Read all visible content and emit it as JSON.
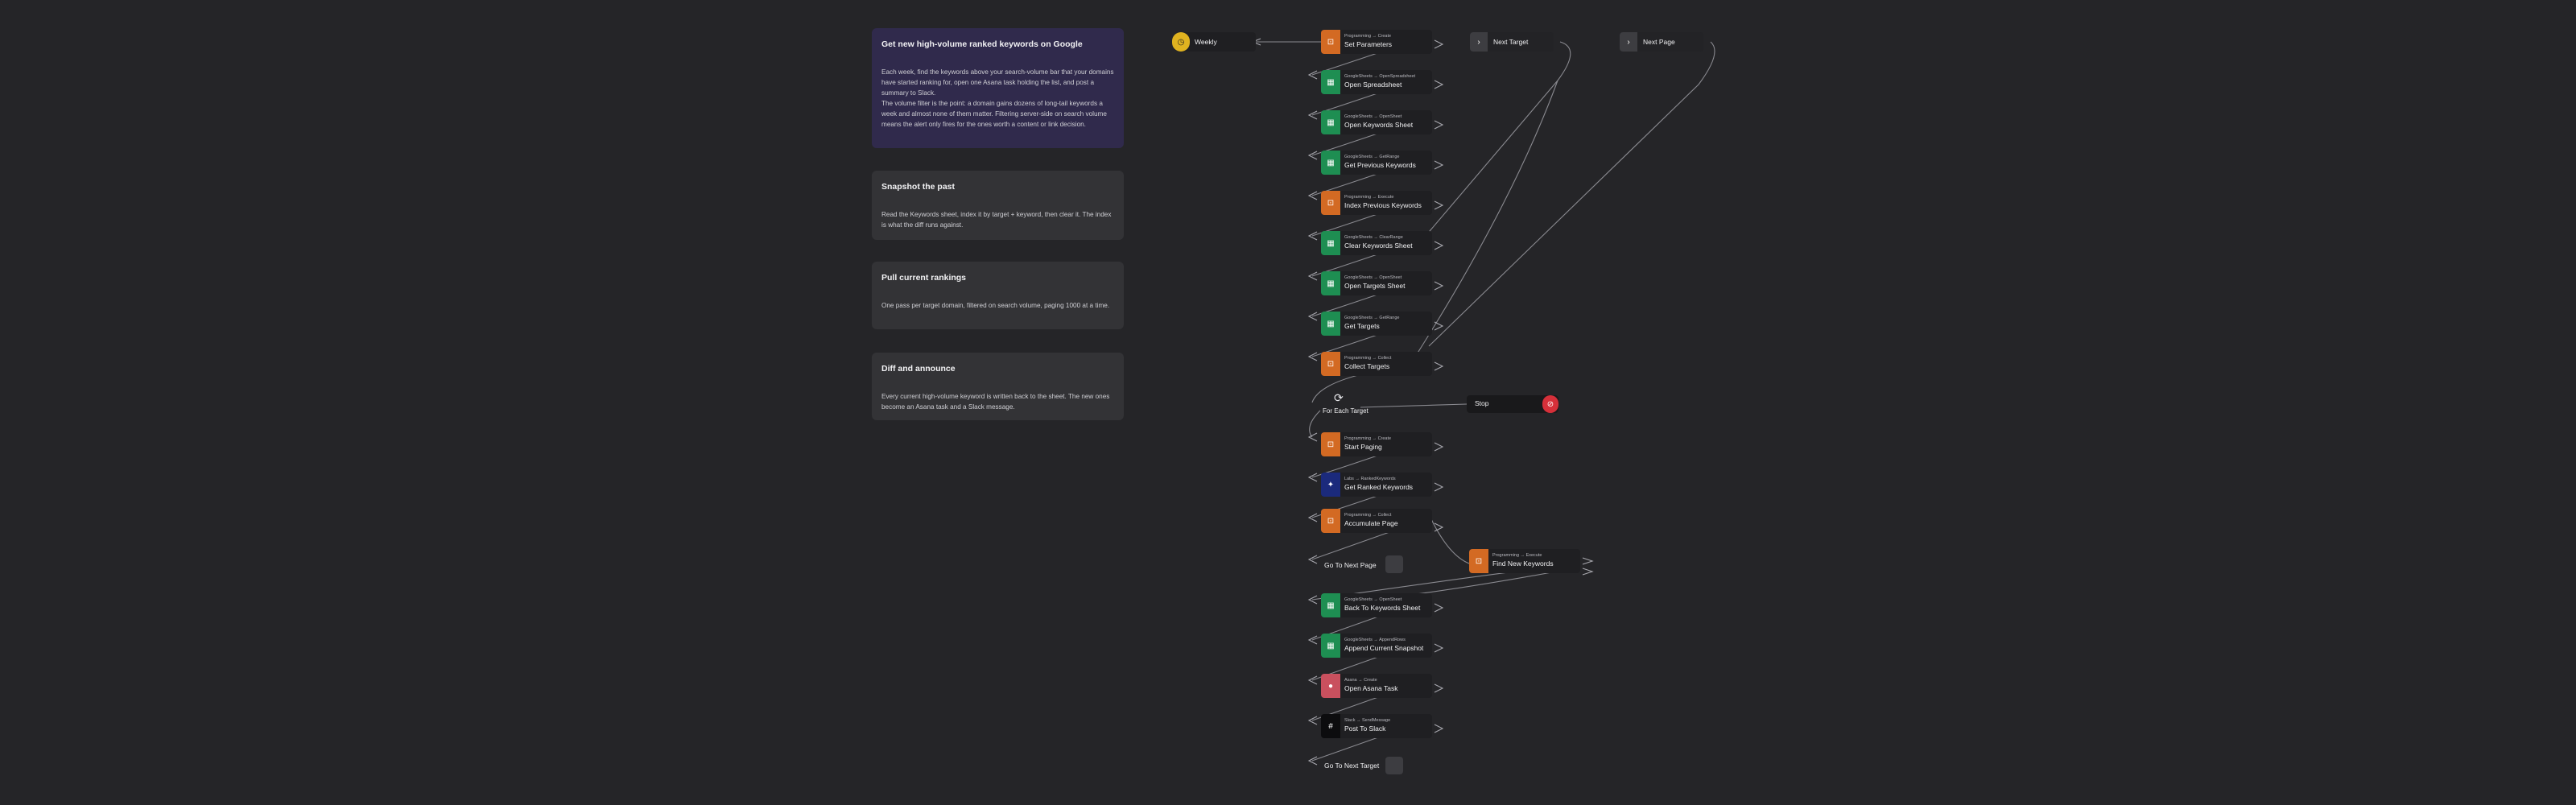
{
  "notes": [
    {
      "title": "Get new high-volume ranked keywords on Google",
      "body": "Each week, find the keywords above your search-volume bar that your domains have started ranking for, open one Asana task holding the list, and post a summary to Slack.",
      "body2": "The volume filter is the point: a domain gains dozens of long-tail keywords a week and almost none of them matter. Filtering server-side on search volume means the alert only fires for the ones worth a content or link decision."
    },
    {
      "title": "Snapshot the past",
      "body": "Read the Keywords sheet, index it by target + keyword, then clear it. The index is what the diff runs against."
    },
    {
      "title": "Pull current rankings",
      "body": "One pass per target domain, filtered on search volume, paging 1000 at a time."
    },
    {
      "title": "Diff and announce",
      "body": "Every current high-volume keyword is written back to the sheet. The new ones become an Asana task and a Slack message."
    }
  ],
  "nodes": {
    "weekly": {
      "title": "Weekly",
      "icon": "clock-icon"
    },
    "set_parameters": {
      "sub": "Programming → Create",
      "title": "Set Parameters",
      "icon": "code-icon"
    },
    "open_spreadsheet": {
      "sub": "GoogleSheets → OpenSpreadsheet",
      "title": "Open Spreadsheet",
      "icon": "sheets-icon"
    },
    "open_keywords_sheet": {
      "sub": "GoogleSheets → OpenSheet",
      "title": "Open Keywords Sheet",
      "icon": "sheets-icon"
    },
    "get_previous_keywords": {
      "sub": "GoogleSheets → GetRange",
      "title": "Get Previous Keywords",
      "icon": "sheets-icon"
    },
    "index_previous_keywords": {
      "sub": "Programming → Execute",
      "title": "Index Previous Keywords",
      "icon": "code-icon"
    },
    "clear_keywords_sheet": {
      "sub": "GoogleSheets → ClearRange",
      "title": "Clear Keywords Sheet",
      "icon": "sheets-icon"
    },
    "open_targets_sheet": {
      "sub": "GoogleSheets → OpenSheet",
      "title": "Open Targets Sheet",
      "icon": "sheets-icon"
    },
    "get_targets": {
      "sub": "GoogleSheets → GetRange",
      "title": "Get Targets",
      "icon": "sheets-icon"
    },
    "collect_targets": {
      "sub": "Programming → Collect",
      "title": "Collect Targets",
      "icon": "code-icon"
    },
    "for_each_target": {
      "title": "For Each Target",
      "icon": "loop-icon"
    },
    "stop": {
      "title": "Stop",
      "icon": "stop-icon"
    },
    "start_paging": {
      "sub": "Programming → Create",
      "title": "Start Paging",
      "icon": "code-icon"
    },
    "get_ranked_keywords": {
      "sub": "Labs → RankedKeywords",
      "title": "Get Ranked Keywords",
      "icon": "dataforseo-icon"
    },
    "accumulate_page": {
      "sub": "Programming → Collect",
      "title": "Accumulate Page",
      "icon": "code-icon"
    },
    "go_to_next_page": {
      "title": "Go To Next Page",
      "icon": "goto-icon"
    },
    "find_new_keywords": {
      "sub": "Programming → Execute",
      "title": "Find New Keywords",
      "icon": "code-icon"
    },
    "back_to_keywords_sheet": {
      "sub": "GoogleSheets → OpenSheet",
      "title": "Back To Keywords Sheet",
      "icon": "sheets-icon"
    },
    "append_current_snapshot": {
      "sub": "GoogleSheets → AppendRows",
      "title": "Append Current Snapshot",
      "icon": "sheets-icon"
    },
    "open_asana_task": {
      "sub": "Asana → Create",
      "title": "Open Asana Task",
      "icon": "asana-icon"
    },
    "post_to_slack": {
      "sub": "Slack → SendMessage",
      "title": "Post To Slack",
      "icon": "slack-icon"
    },
    "go_to_next_target": {
      "title": "Go To Next Target",
      "icon": "goto-icon"
    },
    "next_target": {
      "title": "Next Target",
      "icon": "label-icon"
    },
    "next_page": {
      "title": "Next Page",
      "icon": "label-icon"
    }
  },
  "colors": {
    "programming": "#d36a23",
    "sheets": "#1e8e52",
    "dataforseo": "#1b2a7c",
    "asana": "#c9505e",
    "slack": "#0c0c0e",
    "trigger": "#e0b320",
    "stop": "#d6303a",
    "wire": "#8a8a90"
  }
}
